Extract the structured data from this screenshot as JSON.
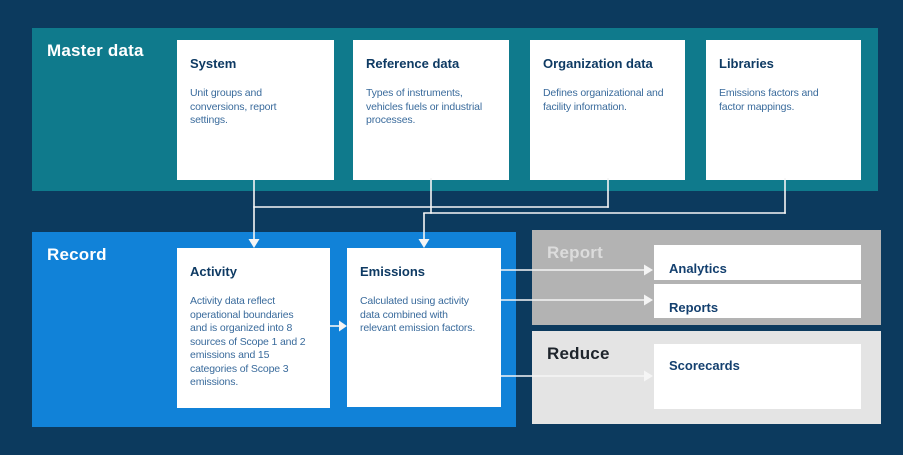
{
  "colors": {
    "background": "#0c3a5e",
    "master_teal": "#0f7a8c",
    "record_blue": "#1182d8",
    "report_gray": "#b3b3b3",
    "reduce_gray": "#e4e4e4",
    "card_title_navy": "#0e3a63",
    "card_body_blue": "#3a6b9c",
    "link_navy": "#14406f",
    "report_label_light": "#dcdcdc",
    "reduce_label_dark": "#1e242b",
    "connector_white": "#f5f5f5"
  },
  "master": {
    "label": "Master data",
    "cards": [
      {
        "title": "System",
        "description": "Unit groups and\nconversions, report\nsettings."
      },
      {
        "title": "Reference data",
        "description": "Types of instruments,\nvehicles fuels or industrial\nprocesses."
      },
      {
        "title": "Organization data",
        "description": "Defines organizational and\nfacility information."
      },
      {
        "title": "Libraries",
        "description": "Emissions factors and\nfactor mappings."
      }
    ]
  },
  "record": {
    "label": "Record",
    "cards": [
      {
        "title": "Activity",
        "description": "Activity data reflect\noperational boundaries\nand is organized into 8\nsources of Scope 1 and 2\nemissions and 15\ncategories of Scope 3\nemissions."
      },
      {
        "title": "Emissions",
        "description": "Calculated using activity\ndata combined with\nrelevant emission factors."
      }
    ]
  },
  "report": {
    "label": "Report",
    "items": [
      {
        "label": "Analytics"
      },
      {
        "label": "Reports"
      }
    ]
  },
  "reduce": {
    "label": "Reduce",
    "items": [
      {
        "label": "Scorecards"
      }
    ]
  }
}
